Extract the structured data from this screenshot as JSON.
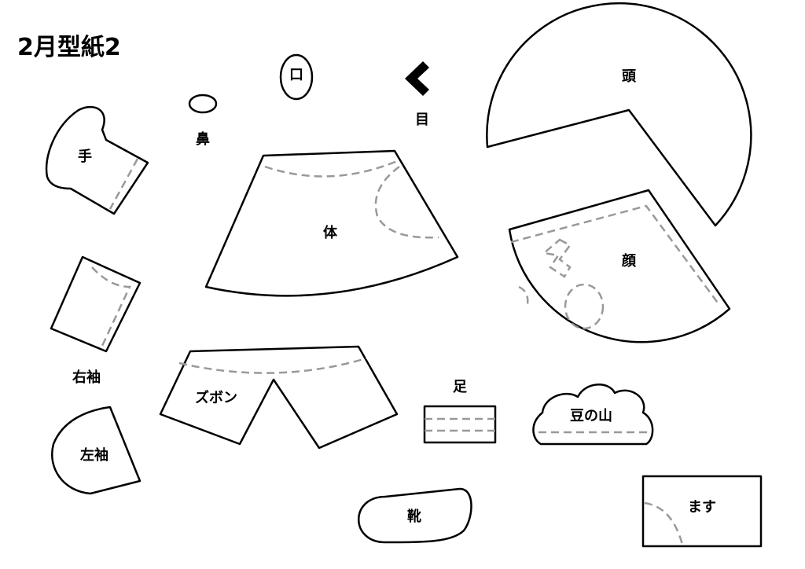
{
  "title": "2月型紙2",
  "pieces": {
    "mouth": "口",
    "eye": "目",
    "head": "頭",
    "nose": "鼻",
    "hand": "手",
    "body": "体",
    "face": "顔",
    "right_sleeve": "右袖",
    "pants": "ズボン",
    "foot": "足",
    "bean_mountain": "豆の山",
    "left_sleeve": "左袖",
    "shoe": "靴",
    "masu": "ます"
  },
  "colors": {
    "outline": "#000000",
    "fold_line": "#999999"
  }
}
